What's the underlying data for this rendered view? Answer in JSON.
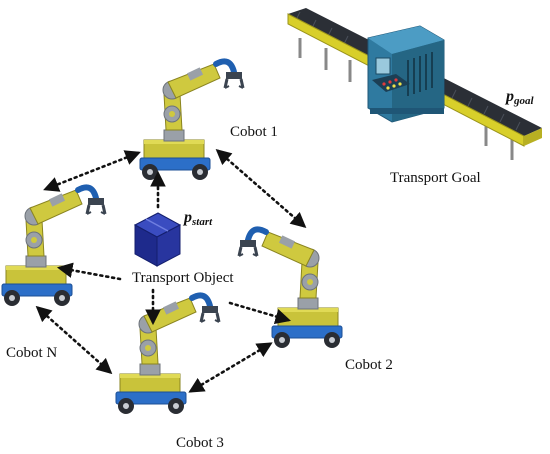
{
  "labels": {
    "cobot1": "Cobot 1",
    "cobot2": "Cobot 2",
    "cobot3": "Cobot 3",
    "cobotN": "Cobot N",
    "transport_goal": "Transport Goal",
    "transport_object": "Transport Object",
    "p_start_base": "p",
    "p_start_sub": "start",
    "p_goal_base": "p",
    "p_goal_sub": "goal"
  },
  "colors": {
    "cart_yellow": "#c9c33a",
    "base_blue": "#2c6fc8",
    "arm_yellow": "#cfc93f",
    "arm_gray": "#9aa0a8",
    "gripper": "#3b4450",
    "accent_blue": "#1f5fb0",
    "box_navy": "#1e2a8c",
    "machine_teal": "#2f7aa0",
    "belt_dark": "#2b2f36",
    "frame_yellow": "#d8cf2a",
    "arrow": "#111111"
  },
  "icons": [
    "robot-arm-icon",
    "package-box-icon",
    "conveyor-machine-icon"
  ]
}
